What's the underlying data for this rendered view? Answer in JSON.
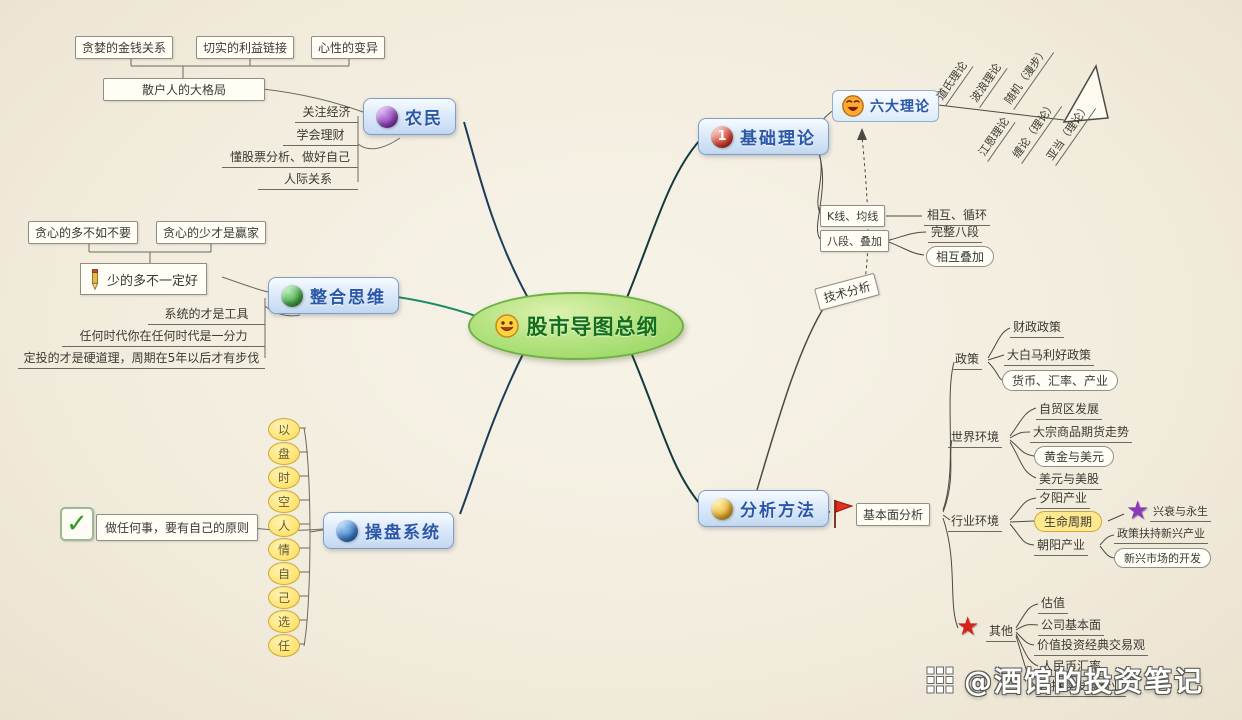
{
  "watermark": {
    "text": "@酒馆的投资笔记"
  },
  "center": {
    "label": "股市导图总纲"
  },
  "nongmin": {
    "label": "农民",
    "top_boxes": [
      "贪婪的金钱关系",
      "切实的利益链接",
      "心性的变异"
    ],
    "summary": "散户人的大格局",
    "items": [
      "关注经济",
      "学会理财",
      "懂股票分析、做好自己",
      "人际关系"
    ]
  },
  "zhenghe": {
    "label": "整合思维",
    "top_boxes": [
      "贪心的多不如不要",
      "贪心的少才是赢家"
    ],
    "note": "少的多不一定好",
    "items": [
      "系统的才是工具",
      "任何时代你在任何时代是一分力",
      "定投的才是硬道理，周期在5年以后才有步伐"
    ]
  },
  "caopan": {
    "label": "操盘系统",
    "principle": "做任何事，要有自己的原则",
    "beads": [
      "以",
      "盘",
      "时",
      "空",
      "人",
      "情",
      "自",
      "己",
      "选",
      "任"
    ]
  },
  "jichu": {
    "label": "基础理论",
    "icon_glyph": "1",
    "liuda": {
      "label": "六大理论",
      "top": [
        "道氏理论",
        "波浪理论",
        "随机（漫步）"
      ],
      "bottom": [
        "江恩理论",
        "缠论（理论）",
        "亚当（理论）"
      ]
    },
    "row1_head": "K线、均线",
    "row1_item": "相互、循环",
    "row2_head": "八段、叠加",
    "row2_item1": "完整八段",
    "row2_item2": "相互叠加"
  },
  "fenxi": {
    "label": "分析方法",
    "jishu": "技术分析",
    "jiben": "基本面分析",
    "zhengce": {
      "label": "政策",
      "items": [
        "财政政策",
        "大白马利好政策",
        "货币、汇率、产业"
      ]
    },
    "shijie": {
      "label": "世界环境",
      "items": [
        "自贸区发展",
        "大宗商品期货走势",
        "黄金与美元",
        "美元与美股"
      ]
    },
    "hangye": {
      "label": "行业环境",
      "xiyang": "夕阳产业",
      "shengming": "生命周期",
      "star_note": "兴衰与永生",
      "chaoyang": "朝阳产业",
      "chaoyang_items": [
        "政策扶持新兴产业",
        "新兴市场的开发"
      ]
    },
    "qita": {
      "label": "其他",
      "items": [
        "估值",
        "公司基本面",
        "价值投资经典交易观",
        "人民币汇率",
        "可持续发展行业"
      ]
    }
  }
}
